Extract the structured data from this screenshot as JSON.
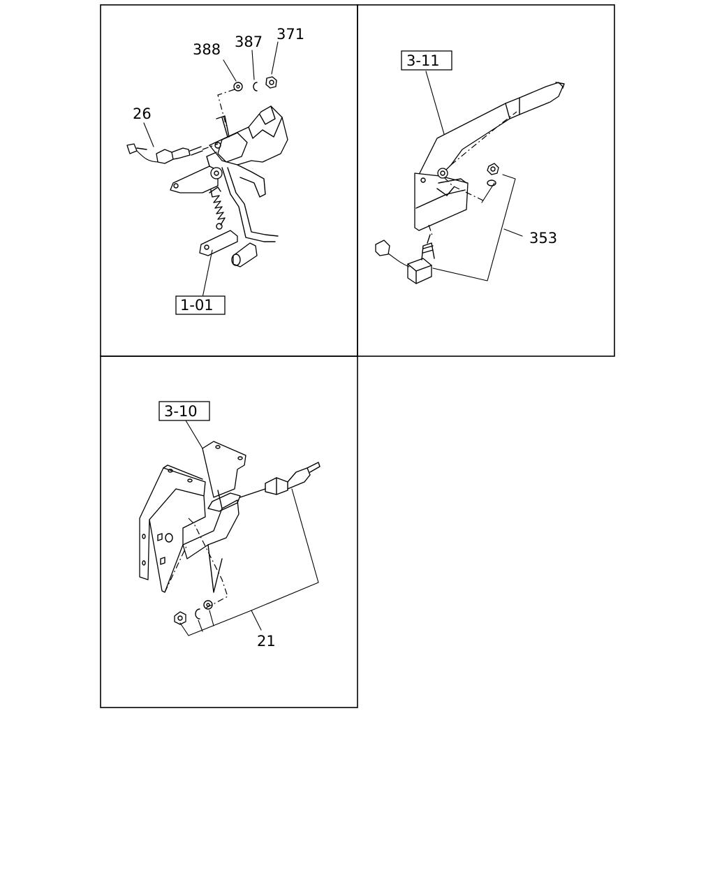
{
  "panels": [
    {
      "id": "top-left",
      "ref_box": "1-01",
      "callouts": [
        "388",
        "387",
        "371",
        "26"
      ]
    },
    {
      "id": "top-right",
      "ref_box": "3-11",
      "callouts": [
        "353"
      ]
    },
    {
      "id": "bottom-left",
      "ref_box": "3-10",
      "callouts": [
        "21"
      ]
    }
  ]
}
